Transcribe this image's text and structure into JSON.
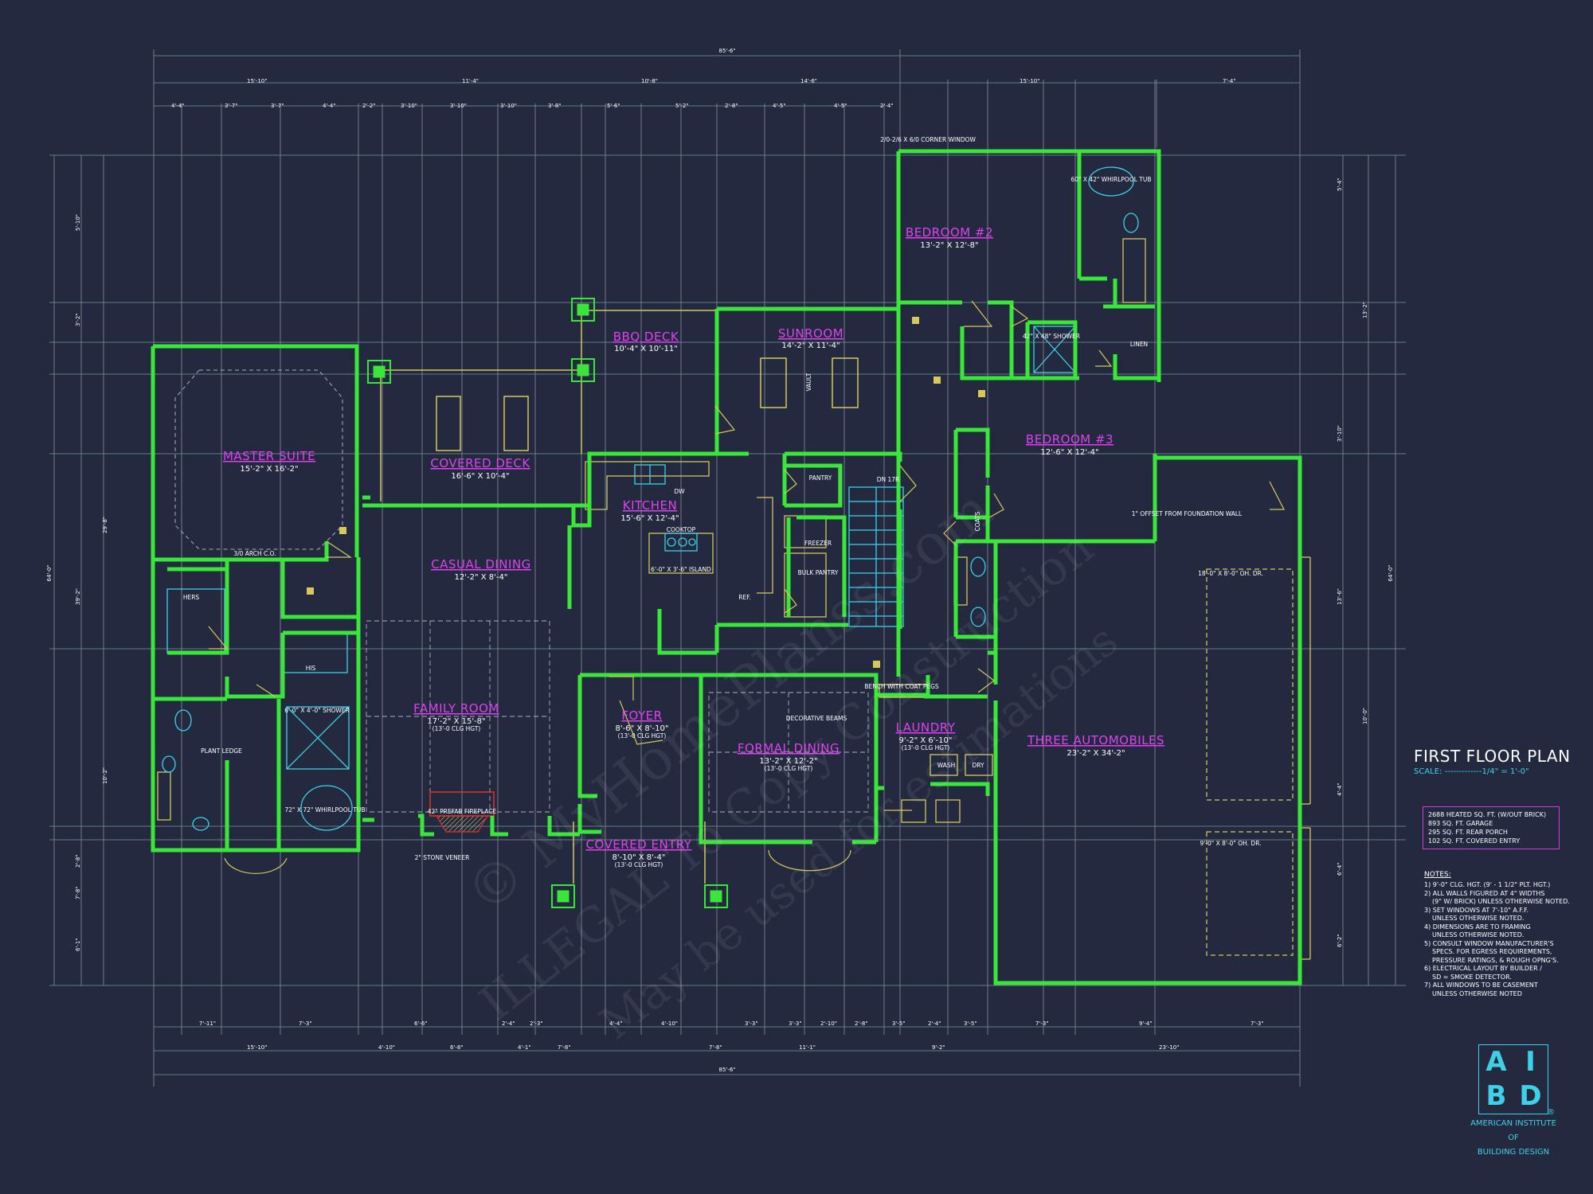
{
  "plan": {
    "title": "FIRST FLOOR PLAN",
    "scale": "SCALE: -------------1/4\" = 1'-0\"",
    "areas": [
      "2688 HEATED SQ. FT. (W/OUT BRICK)",
      "893 SQ. FT. GARAGE",
      "295 SQ. FT. REAR PORCH",
      "102 SQ. FT. COVERED ENTRY"
    ],
    "notes_heading": "NOTES:",
    "notes": [
      "1) 9'-0\" CLG. HGT. (9' - 1 1/2\" PLT. HGT.)",
      "2) ALL WALLS FIGURED AT 4\" WIDTHS",
      "(9\" W/ BRICK) UNLESS OTHERWISE NOTED.",
      "3) SET WINDOWS AT 7'-10\" A.F.F.",
      "UNLESS OTHERWISE NOTED.",
      "4) DIMENSIONS ARE TO FRAMING",
      "UNLESS OTHERWISE NOTED.",
      "5) CONSULT WINDOW MANUFACTURER'S",
      "SPECS. FOR EGRESS REQUIREMENTS,",
      "PRESSURE RATINGS, & ROUGH OPNG'S.",
      "6) ELECTRICAL LAYOUT BY BUILDER /",
      "SD = SMOKE DETECTOR.",
      "7) ALL WINDOWS TO BE CASEMENT",
      "UNLESS OTHERWISE NOTED"
    ],
    "logo": {
      "a": "A",
      "i": "I",
      "b": "B",
      "d": "D",
      "reg": "®",
      "line1": "AMERICAN INSTITUTE",
      "line2": "OF",
      "line3": "BUILDING DESIGN"
    },
    "overall_width": "85'-6\"",
    "overall_depth": "64'-0\"",
    "rooms": {
      "master_suite": {
        "name": "MASTER SUITE",
        "dim": "15'-2\" X 16'-2\""
      },
      "covered_deck": {
        "name": "COVERED DECK",
        "dim": "16'-6\" X 10'-4\""
      },
      "bbq_deck": {
        "name": "BBQ DECK",
        "dim": "10'-4\" X 10'-11\""
      },
      "sunroom": {
        "name": "SUNROOM",
        "dim": "14'-2\" X 11'-4\""
      },
      "bedroom2": {
        "name": "BEDROOM #2",
        "dim": "13'-2\" X 12'-8\""
      },
      "bedroom3": {
        "name": "BEDROOM #3",
        "dim": "12'-6\" X 12'-4\""
      },
      "kitchen": {
        "name": "KITCHEN",
        "dim": "15'-6\" X 12'-4\""
      },
      "casual_dining": {
        "name": "CASUAL DINING",
        "dim": "12'-2\" X 8'-4\""
      },
      "family_room": {
        "name": "FAMILY ROOM",
        "dim": "17'-2\" X 15'-8\"",
        "clg": "(13'-0 CLG HGT)"
      },
      "foyer": {
        "name": "FOYER",
        "dim": "8'-6\" X 8'-10\"",
        "clg": "(13'-0 CLG HGT)"
      },
      "formal_dining": {
        "name": "FORMAL DINING",
        "dim": "13'-2\" X 12'-2\"",
        "clg": "(13'-0 CLG HGT)"
      },
      "covered_entry": {
        "name": "COVERED ENTRY",
        "dim": "8'-10\" X 8'-4\"",
        "clg": "(13'-0 CLG HGT)"
      },
      "laundry": {
        "name": "LAUNDRY",
        "dim": "9'-2\" X 6'-10\"",
        "clg": "(13'-0 CLG HGT)"
      },
      "garage": {
        "name": "THREE AUTOMOBILES",
        "dim": "23'-2\" X 34'-2\""
      }
    },
    "labels": {
      "hers": "HERS",
      "his": "HIS",
      "pantry": "PANTRY",
      "freezer": "FREEZER",
      "bulk_pantry": "BULK PANTRY",
      "cooktop": "COOKTOP",
      "island": "6'-0\" X 3'-6\" ISLAND",
      "dw": "DW",
      "ref": "REF.",
      "dn": "DN 17R",
      "shower": "6'-0\" X 4'-0\" SHOWER",
      "whirlpool": "72\" X 72\" WHIRLPOOL TUB",
      "whirlpool2": "60\" X 42\" WHIRLPOOL TUB",
      "shower2": "42\" X 48\" SHOWER",
      "linen": "LINEN",
      "coats": "COATS",
      "wash": "WASH",
      "dry": "DRY",
      "fireplace": "42\" PREFAB FIREPLACE",
      "garage_door1": "18'-0\" X 8'-0\" OH. DR.",
      "garage_door2": "9'-0\" X 8'-0\" OH. DR.",
      "offset": "1\" OFFSET FROM FOUNDATION WALL",
      "stone_veneer": "2\" STONE VENEER",
      "decorative_beams": "DECORATIVE BEAMS",
      "corner_window": "2/0-2/6 X 6/0 CORNER WINDOW",
      "bench": "BENCH WITH COAT PEGS",
      "arch": "3/0 ARCH C.O.",
      "plant_ledge": "PLANT LEDGE",
      "vault": "VAULT"
    },
    "top_dims": [
      "4'-4\"",
      "3'-7\"",
      "3'-7\"",
      "4'-4\"",
      "2'-2\"",
      "3'-10\"",
      "3'-10\"",
      "3'-10\"",
      "3'-8\"",
      "5'-6\"",
      "5'-2\"",
      "2'-8\"",
      "4'-5\"",
      "4'-5\"",
      "2'-4\""
    ],
    "top_dims2": [
      "15'-10\"",
      "11'-4\"",
      "10'-8\"",
      "14'-6\"",
      "15'-10\"",
      "7'-4\""
    ],
    "bottom_dims": [
      "7'-11\"",
      "7'-3\"",
      "6'-6\"",
      "2'-4\"",
      "2'-3\"",
      "4'-4\"",
      "4'-10\"",
      "3'-3\"",
      "3'-3\"",
      "2'-10\"",
      "2'-8\"",
      "3'-5\"",
      "2'-4\"",
      "3'-5\"",
      "7'-3\"",
      "9'-4\"",
      "7'-3\""
    ],
    "bottom_dims2": [
      "15'-10\"",
      "4'-10\"",
      "6'-8\"",
      "4'-1\"",
      "7'-8\"",
      "7'-8\"",
      "11'-1\"",
      "9'-2\"",
      "23'-10\""
    ],
    "left_dims": [
      "5'-10\"",
      "3'-2\"",
      "29'-8\"",
      "39'-2\"",
      "10'-2\"",
      "2'-8\"",
      "7'-8\"",
      "6'-1\""
    ],
    "right_dims": [
      "5'-4\"",
      "13'-2\"",
      "3'-10\"",
      "13'-6\"",
      "10'-0\"",
      "4'-4\"",
      "6'-4\"",
      "6'-2\""
    ],
    "watermark1": "© MyHomePlanss.com",
    "watermark2": "ILLEGAL To Copy Construction",
    "watermark3": "May be used for estimations"
  },
  "colors": {
    "background": "#232a40",
    "wall": "#39e639",
    "dim_line": "#c8ccd8",
    "room_name": "#e040f0",
    "cyan": "#3fd0e8",
    "yellow": "#d8c85a"
  }
}
